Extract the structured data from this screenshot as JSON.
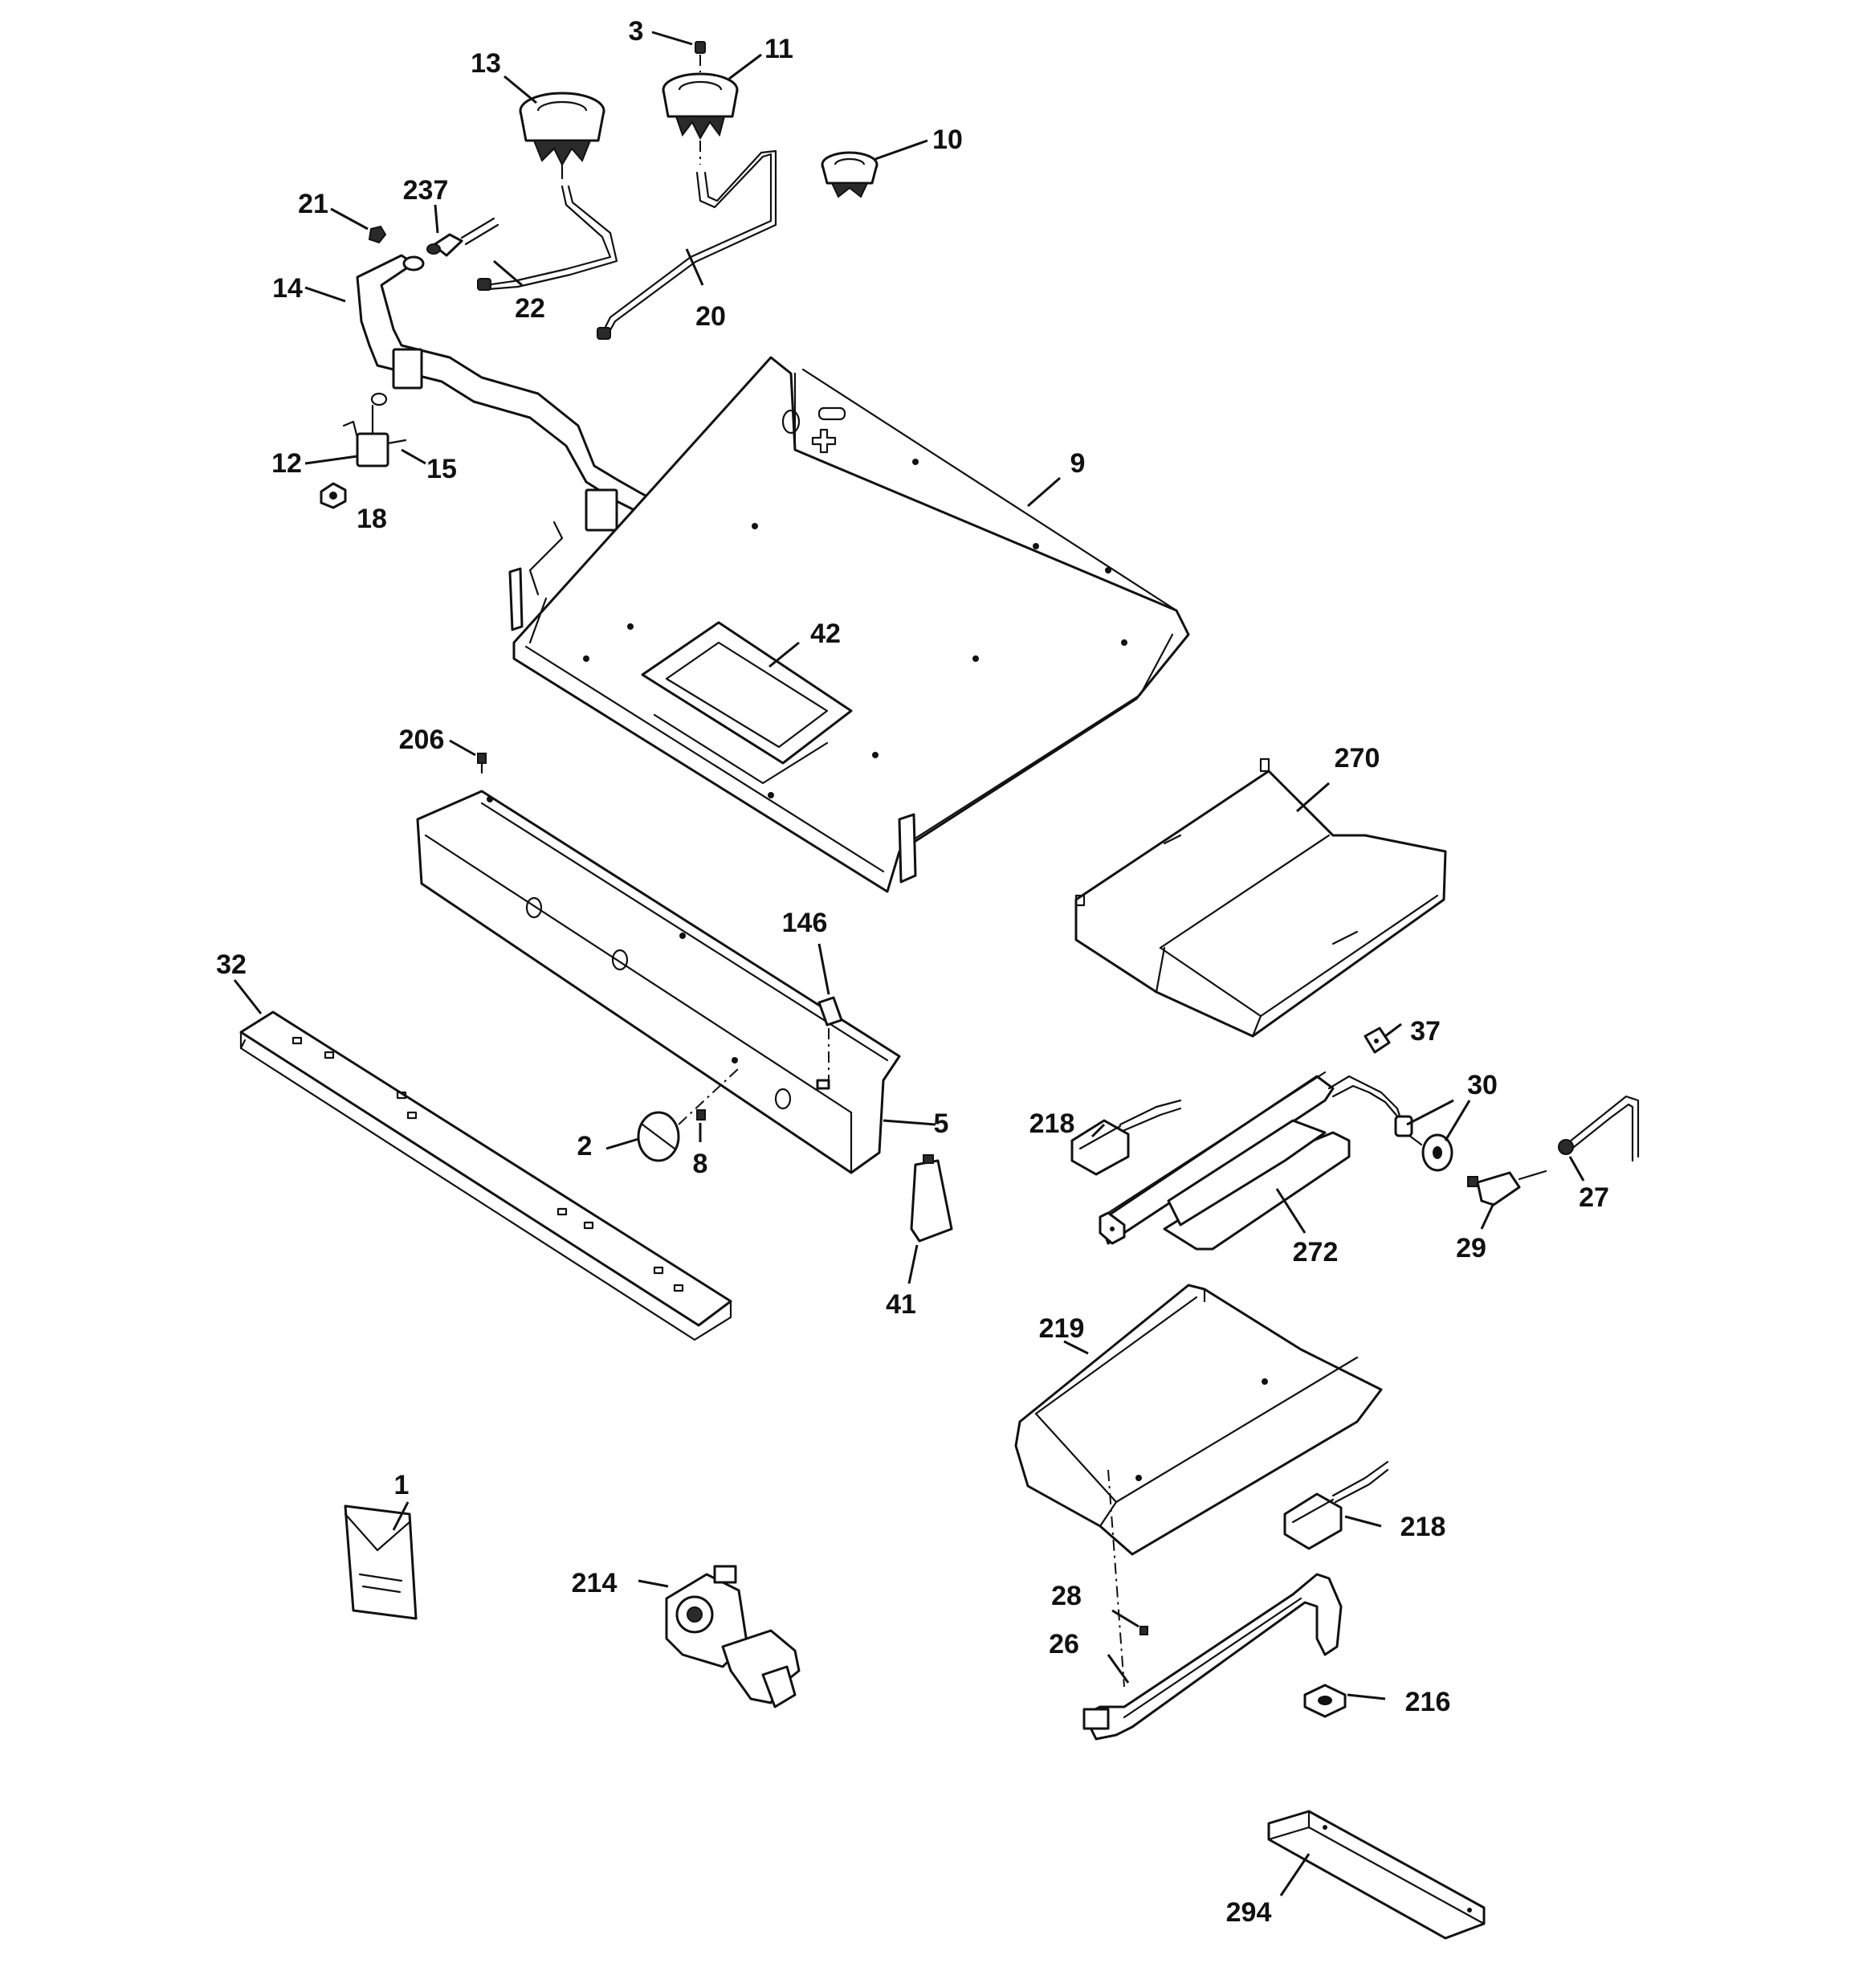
{
  "callouts": {
    "p1": "1",
    "p2": "2",
    "p3": "3",
    "p5": "5",
    "p8": "8",
    "p9": "9",
    "p10": "10",
    "p11": "11",
    "p12": "12",
    "p13": "13",
    "p14": "14",
    "p15": "15",
    "p18": "18",
    "p20": "20",
    "p21": "21",
    "p22": "22",
    "p26": "26",
    "p27": "27",
    "p28": "28",
    "p29": "29",
    "p30": "30",
    "p32": "32",
    "p37": "37",
    "p41": "41",
    "p42": "42",
    "p146": "146",
    "p206": "206",
    "p214": "214",
    "p216": "216",
    "p218a": "218",
    "p218b": "218",
    "p219": "219",
    "p237": "237",
    "p270": "270",
    "p272": "272",
    "p294": "294"
  }
}
